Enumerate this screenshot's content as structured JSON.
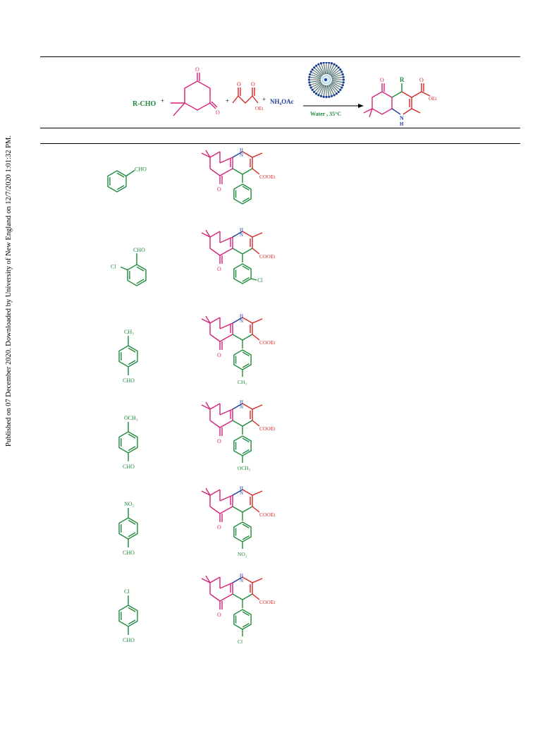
{
  "side_note": "Published on 07 December 2020. Downloaded by University of New England on 12/7/2020 1:01:32 PM.",
  "scheme": {
    "aldehyde": "R-CHO",
    "plus": "+",
    "ammonium_acetate": "NH₄OAc",
    "conditions": "Water , 35°C",
    "ester_label": "OEt",
    "product_r": "R",
    "product_nh": "N",
    "product_h": "H",
    "oxygen": "O"
  },
  "colors": {
    "aldehyde_green": "#1e8a3c",
    "dione_magenta": "#d6227a",
    "ketoester_red": "#d62828",
    "ammonia_blue": "#1f3f9a"
  },
  "rows": [
    {
      "reactant_labels": [
        "CHO"
      ],
      "product_ester": "COOEt",
      "product_substituent": ""
    },
    {
      "reactant_labels": [
        "CHO",
        "Cl"
      ],
      "product_ester": "COOEt",
      "product_substituent": "Cl"
    },
    {
      "reactant_labels": [
        "CH₃",
        "CHO"
      ],
      "product_ester": "COOEt",
      "product_substituent": "CH₃"
    },
    {
      "reactant_labels": [
        "OCH₃",
        "CHO"
      ],
      "product_ester": "COOEt",
      "product_substituent": "OCH₃"
    },
    {
      "reactant_labels": [
        "NO₂",
        "CHO"
      ],
      "product_ester": "COOEt",
      "product_substituent": "NO₂"
    },
    {
      "reactant_labels": [
        "Cl",
        "CHO"
      ],
      "product_ester": "COOEt",
      "product_substituent": "Cl"
    }
  ],
  "product_labels": {
    "n": "N",
    "h": "H",
    "o": "O"
  }
}
